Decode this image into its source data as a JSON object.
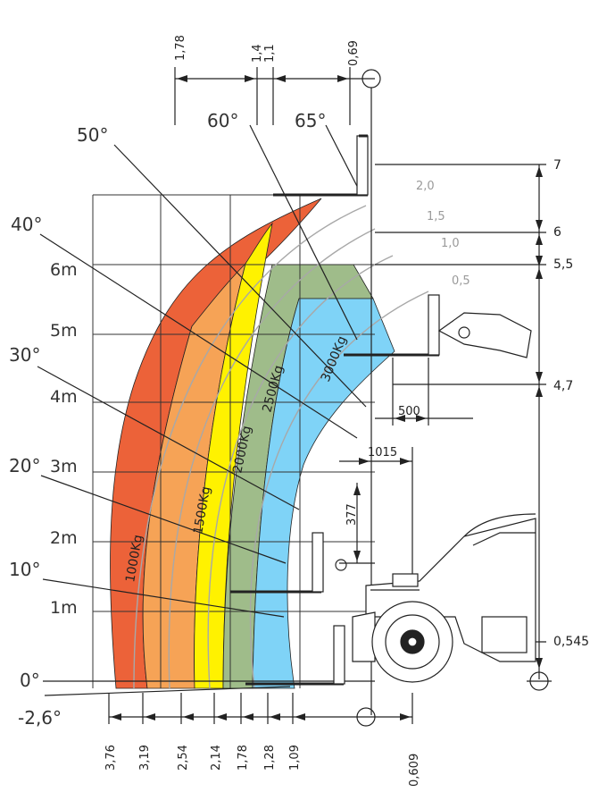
{
  "colors": {
    "kg1000": "#ec6239",
    "kg1500": "#f6a356",
    "kg2000": "#fff200",
    "kg2500": "#9fbc8a",
    "kg3000": "#7fd3f7",
    "line": "#222222",
    "grid": "#333333",
    "level_arc": "#a8a8a8"
  },
  "angles": {
    "a65": "65°",
    "a60": "60°",
    "a50": "50°",
    "a40": "40°",
    "a30": "30°",
    "a20": "20°",
    "a10": "10°",
    "a0": "0°",
    "a_neg": "-2,6°"
  },
  "meters": {
    "m1": "1m",
    "m2": "2m",
    "m3": "3m",
    "m4": "4m",
    "m5": "5m",
    "m6": "6m"
  },
  "zones": {
    "z1000": "1000Kg",
    "z1500": "1500Kg",
    "z2000": "2000Kg",
    "z2500": "2500Kg",
    "z3000": "3000Kg"
  },
  "levels": {
    "l20": "2,0",
    "l15": "1,5",
    "l10": "1,0",
    "l05": "0,5"
  },
  "heights": {
    "h7": "7",
    "h6": "6",
    "h55": "5,5",
    "h47": "4,7",
    "h0545": "0,545"
  },
  "top_dims": {
    "d178": "1,78",
    "d14": "1,4",
    "d11": "1,1",
    "d069": "0,69"
  },
  "bottom_dims": {
    "d376": "3,76",
    "d319": "3,19",
    "d254": "2,54",
    "d214": "2,14",
    "d178": "1,78",
    "d128": "1,28",
    "d109": "1,09",
    "d0609": "0,609"
  },
  "inner_dims": {
    "d500": "500",
    "d1015": "1015",
    "d377": "377"
  }
}
